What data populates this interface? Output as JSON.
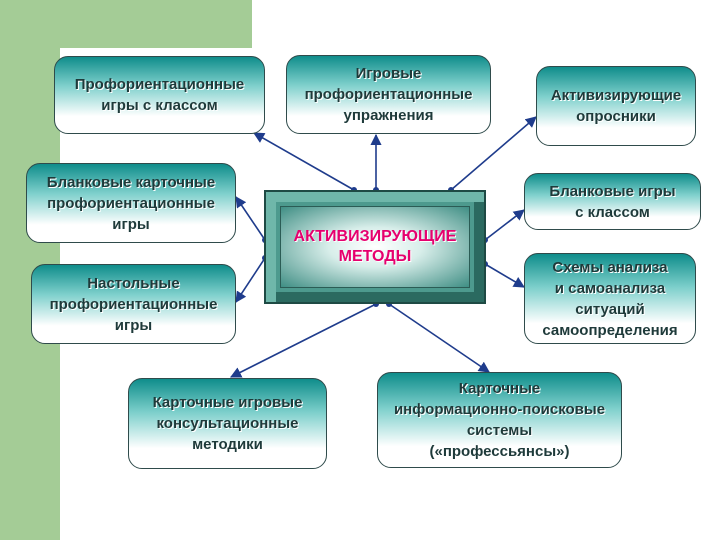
{
  "center": {
    "label": "АКТИВИЗИРУЮЩИЕ\nМЕТОДЫ"
  },
  "nodes": [
    {
      "id": "career-games-class",
      "label": "Профориентационные\nигры с классом"
    },
    {
      "id": "game-exercises",
      "label": "Игровые\nпрофориентационные\nупражнения"
    },
    {
      "id": "questionnaires",
      "label": "Активизирующие\nопросники"
    },
    {
      "id": "blank-card-games",
      "label": "Бланковые карточные\nпрофориентационные\nигры"
    },
    {
      "id": "blank-games-class",
      "label": "Бланковые игры\nс классом"
    },
    {
      "id": "board-games",
      "label": "Настольные\nпрофориентационные\nигры"
    },
    {
      "id": "analysis-schemes",
      "label": "Схемы анализа\nи самоанализа\nситуаций\nсамоопределения"
    },
    {
      "id": "card-consult-methods",
      "label": "Карточные игровые\nконсультационные\nметодики"
    },
    {
      "id": "card-info-systems",
      "label": "Карточные\nинформационно-поисковые\nсистемы\n(«профессьянсы»)"
    }
  ],
  "colors": {
    "accent_text": "#e6006e",
    "node_text": "#1e3a3a",
    "teal": "#0f8d8b",
    "connector": "#1f3c8c",
    "side_strip": "#a4cc96"
  }
}
